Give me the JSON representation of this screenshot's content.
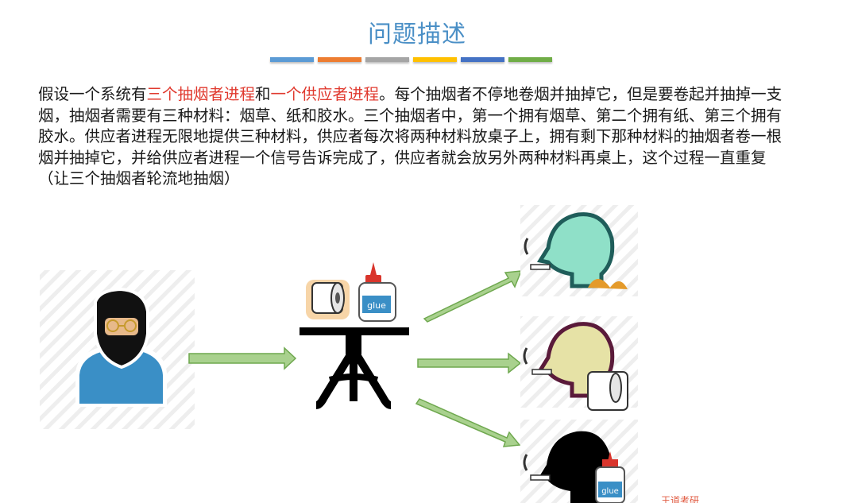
{
  "header": {
    "title": "问题描述",
    "bar_colors": [
      "#5b9bd5",
      "#ed7d31",
      "#a5a5a5",
      "#ffc000",
      "#4472c4",
      "#70ad47"
    ]
  },
  "description": {
    "p1": "假设一个系统有",
    "hl1": "三个抽烟者进程",
    "p2": "和",
    "hl2": "一个供应者进程",
    "p3": "。每个抽烟者不停地卷烟并抽掉它，但是要卷起并抽掉一支烟，抽烟者需要有三种材料：烟草、纸和胶水。三个抽烟者中，第一个拥有烟草、第二个拥有纸、第三个拥有胶水。供应者进程无限地提供三种材料，供应者每次将两种材料放桌子上，拥有剩下那种材料的抽烟者卷一根烟并抽掉它，并给供应者进程一个信号告诉完成了，供应者就会放另外两种材料再桌上，这个过程一直重复（让三个抽烟者轮流地抽烟）"
  },
  "diagram": {
    "glue_label": "glue",
    "arrow_color": "#a9d18e",
    "smoker_colors": [
      "#8fe0c8",
      "#e6e2a6",
      "#000000"
    ]
  },
  "footer": {
    "corner_text": "王道考研"
  }
}
